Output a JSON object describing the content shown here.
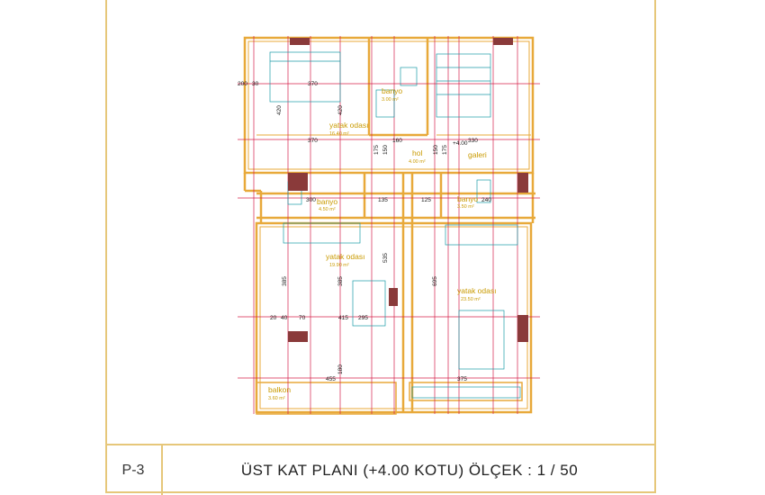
{
  "title_block": {
    "sheet_no": "P-3",
    "plan_title": "ÜST  KAT  PLANI (+4.00 KOTU)  ÖLÇEK : 1 / 50"
  },
  "rooms": [
    {
      "label": "banyo",
      "area": "3.00 m²"
    },
    {
      "label": "yatak odası",
      "area": "16.40 m²"
    },
    {
      "label": "hol",
      "area": "4.00 m²"
    },
    {
      "label": "galeri",
      "area": ""
    },
    {
      "label": "banyo",
      "area": "4.50 m²"
    },
    {
      "label": "banyo",
      "area": "3.50 m²"
    },
    {
      "label": "yatak odası",
      "area": "19.90 m²"
    },
    {
      "label": "yatak odası",
      "area": "23.50 m²"
    },
    {
      "label": "balkon",
      "area": "3.60 m²"
    }
  ],
  "dimensions": {
    "d370a": "370",
    "d370b": "370",
    "d420a": "420",
    "d420b": "420",
    "d160": "160",
    "d330": "330",
    "d150a": "150",
    "d150b": "150",
    "d175a": "175",
    "d175b": "175",
    "d300": "300",
    "d240": "240",
    "d135": "135",
    "d125": "125",
    "d385a": "385",
    "d385b": "385",
    "d535": "535",
    "d695": "695",
    "d415": "415",
    "d295": "295",
    "d70": "70",
    "d40": "40",
    "d20": "20",
    "d180": "180",
    "d455": "455",
    "d375": "375",
    "d200": "200",
    "d30": "30",
    "d410": "+4.00"
  }
}
